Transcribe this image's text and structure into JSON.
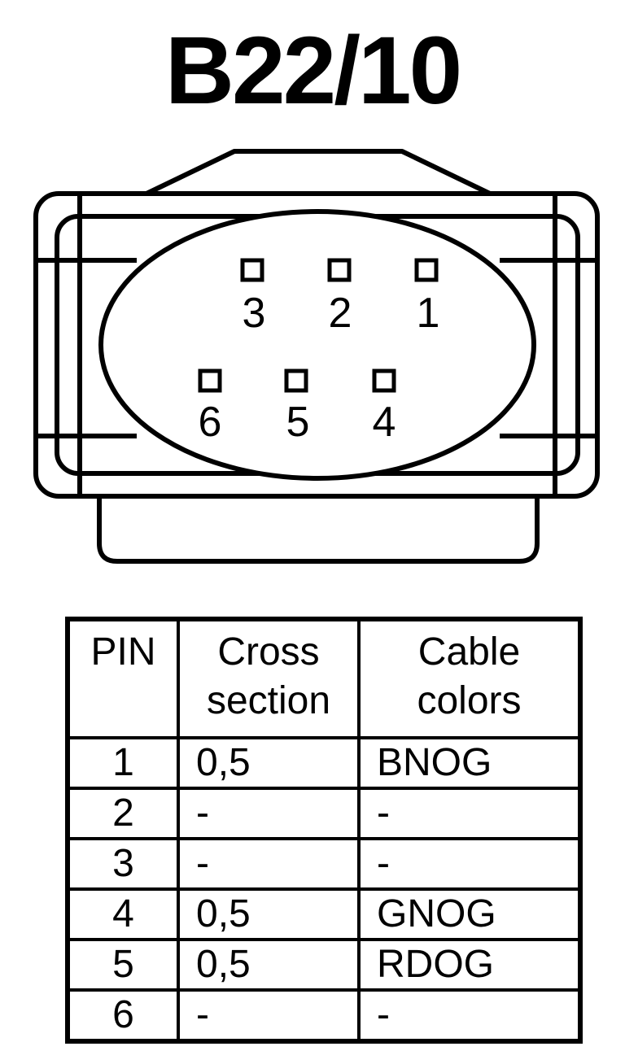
{
  "title": "B22/10",
  "pins_diagram": {
    "top_row": [
      "3",
      "2",
      "1"
    ],
    "bottom_row": [
      "6",
      "5",
      "4"
    ]
  },
  "table": {
    "headers": [
      {
        "line1": "PIN",
        "line2": ""
      },
      {
        "line1": "Cross",
        "line2": "section"
      },
      {
        "line1": "Cable",
        "line2": "colors"
      }
    ],
    "rows": [
      {
        "pin": "1",
        "cross_section": "0,5",
        "color": "BNOG"
      },
      {
        "pin": "2",
        "cross_section": "-",
        "color": "-"
      },
      {
        "pin": "3",
        "cross_section": "-",
        "color": "-"
      },
      {
        "pin": "4",
        "cross_section": "0,5",
        "color": "GNOG"
      },
      {
        "pin": "5",
        "cross_section": "0,5",
        "color": "RDOG"
      },
      {
        "pin": "6",
        "cross_section": "-",
        "color": "-"
      }
    ]
  }
}
